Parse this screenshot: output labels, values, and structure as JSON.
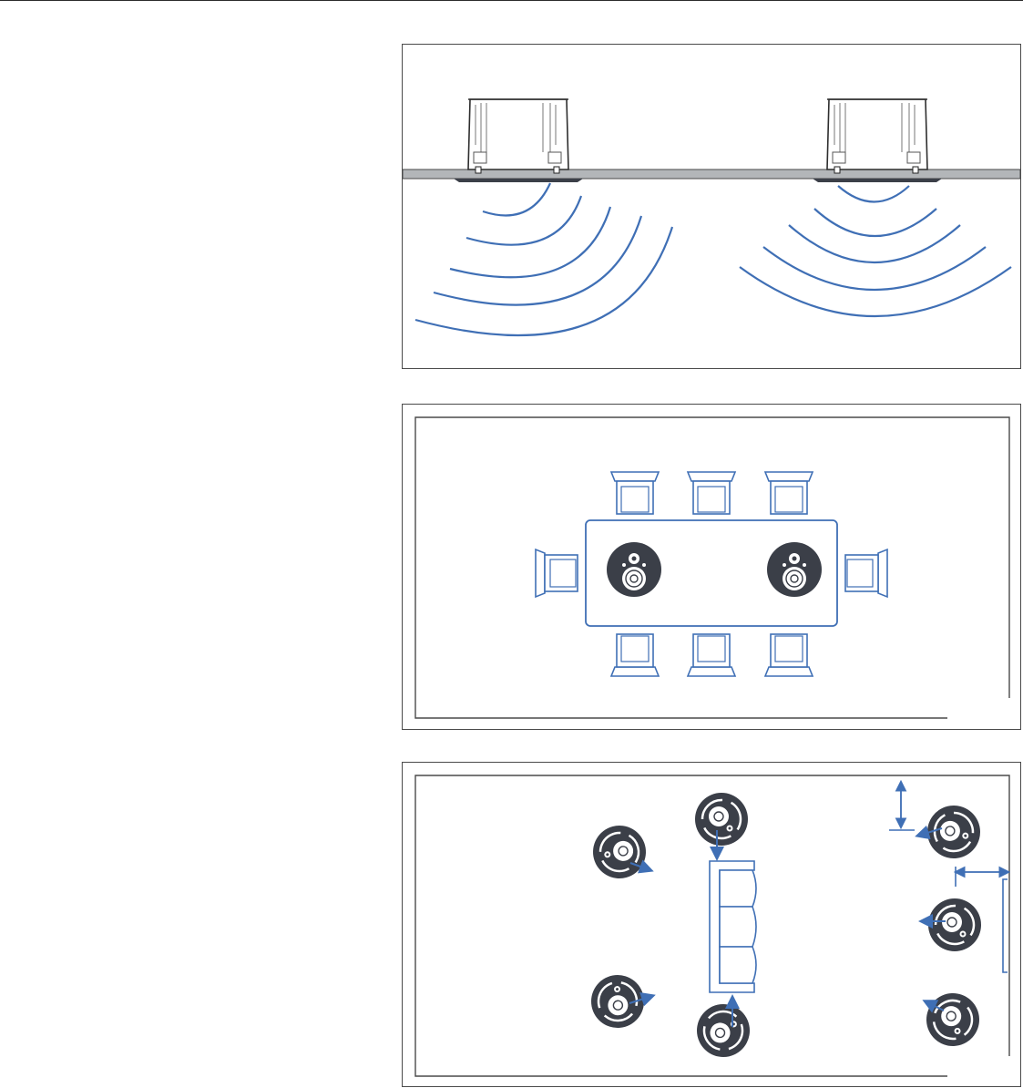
{
  "figures": {
    "ceiling_section": {
      "speaker_count": 2
    },
    "dining_layout": {
      "speaker_count": 2,
      "chair_count": 8
    },
    "surround_layout": {
      "speaker_count": 7
    }
  },
  "colors": {
    "accent_blue": "#3f6fb5",
    "speaker_dark": "#3b3f48",
    "ceiling_gray": "#b3b6b9",
    "outline": "#4a4a4a"
  },
  "icons": [
    "ceiling-speaker-icon",
    "sound-wave-icon",
    "chair-icon",
    "sofa-icon",
    "arrow-icon"
  ]
}
